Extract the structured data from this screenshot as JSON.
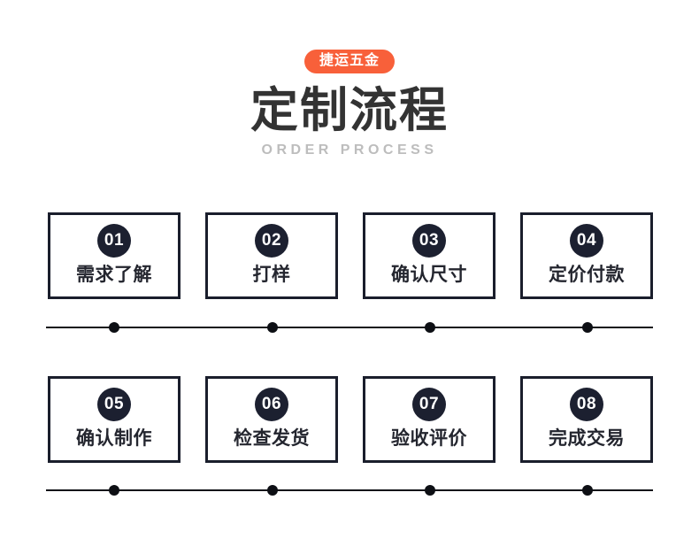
{
  "header": {
    "badge": "捷运五金",
    "title": "定制流程",
    "subtitle": "ORDER PROCESS",
    "badge_color": "#f8603a",
    "title_color": "#333333",
    "subtitle_color": "#bdbdbd"
  },
  "theme": {
    "background": "#ffffff",
    "box_border_color": "#1a1e2c",
    "circle_color": "#1c2030",
    "label_color": "#24262f",
    "line_color": "#111318"
  },
  "rows": [
    {
      "steps": [
        {
          "number": "01",
          "label": "需求了解"
        },
        {
          "number": "02",
          "label": "打样"
        },
        {
          "number": "03",
          "label": "确认尺寸"
        },
        {
          "number": "04",
          "label": "定价付款"
        }
      ]
    },
    {
      "steps": [
        {
          "number": "05",
          "label": "确认制作"
        },
        {
          "number": "06",
          "label": "检查发货"
        },
        {
          "number": "07",
          "label": "验收评价"
        },
        {
          "number": "08",
          "label": "完成交易"
        }
      ]
    }
  ]
}
